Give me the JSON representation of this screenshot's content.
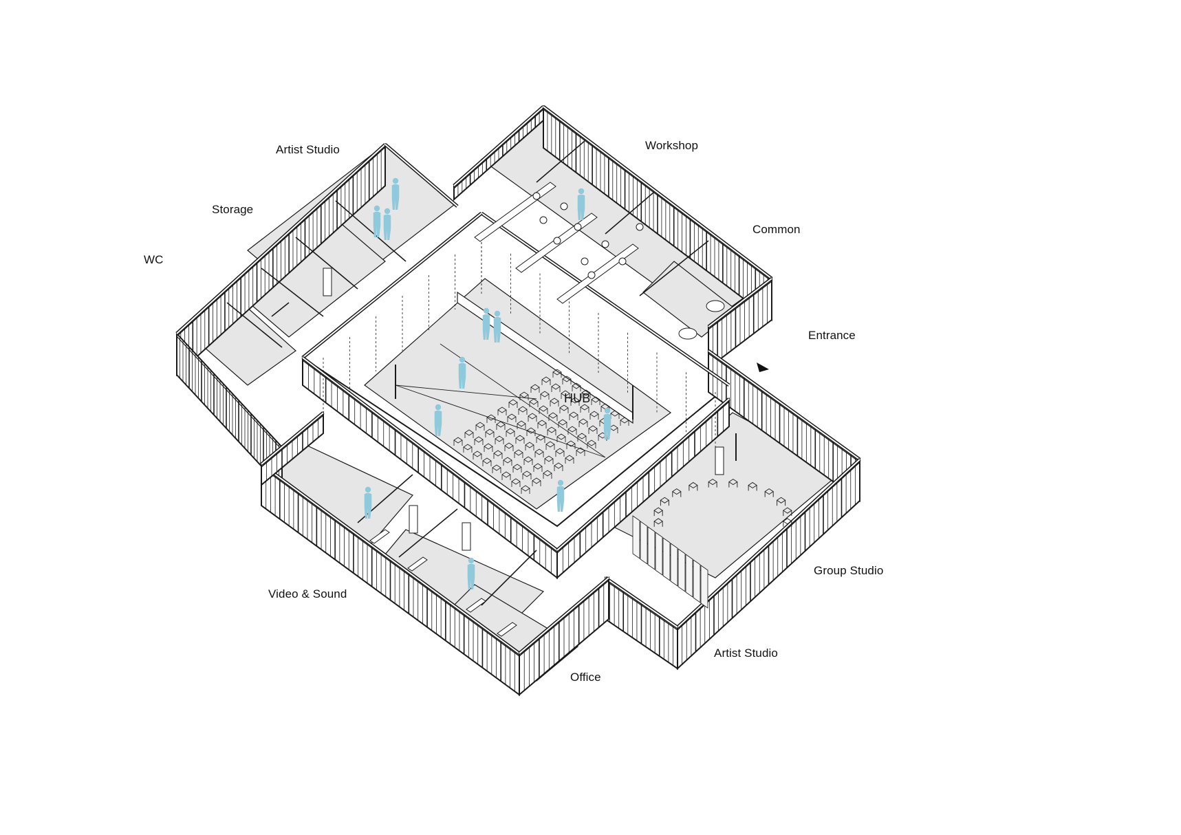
{
  "diagram": {
    "labels": {
      "artist_studio_top": "Artist Studio",
      "storage": "Storage",
      "wc": "WC",
      "workshop": "Workshop",
      "common": "Common",
      "entrance": "Entrance",
      "hub": "HUB",
      "group_studio": "Group Studio",
      "video_sound": "Video & Sound",
      "artist_studio_bottom": "Artist Studio",
      "office": "Office"
    },
    "colors": {
      "line": "#1a1a1a",
      "floor": "#e6e6e6",
      "figure": "#8ec9dc",
      "background": "#ffffff"
    },
    "icons": {
      "entrance_marker": "triangle-arrow-icon",
      "people": "person-figure-icon",
      "seating": "chair-icon"
    }
  }
}
